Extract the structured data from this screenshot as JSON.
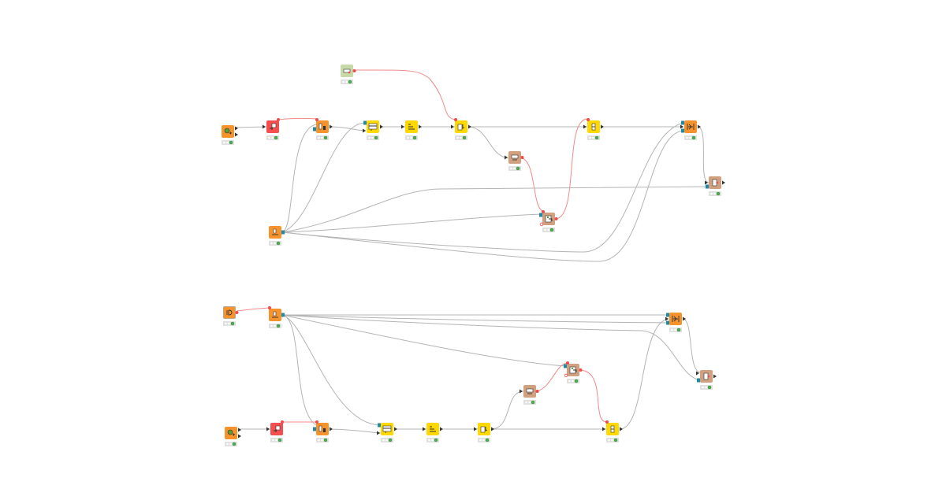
{
  "workflow": {
    "colors": {
      "source": "#f7932c",
      "manipulator": "#f7932c",
      "manipulator_red": "#f54e4e",
      "yellow": "#ffd800",
      "loop": "#d1a07f",
      "flowvar": "#c7d9a6",
      "data_conn": "#b4b4b4",
      "flow_conn": "#f08a8a",
      "port_data": "#1e8aa8",
      "port_flow": "#ef4b4b",
      "status_ok": "#4caf50"
    },
    "nodes": [
      {
        "id": "n1",
        "kind": "source",
        "icon": "table-creator-icon",
        "status": "executed"
      },
      {
        "id": "n2",
        "kind": "manipulator_red",
        "icon": "row-filter-icon",
        "status": "executed"
      },
      {
        "id": "n3",
        "kind": "manipulator",
        "icon": "column-filter-icon",
        "status": "executed"
      },
      {
        "id": "n4",
        "kind": "yellow",
        "icon": "joiner-icon",
        "status": "executed"
      },
      {
        "id": "n5",
        "kind": "yellow",
        "icon": "string-manipulation-icon",
        "status": "executed"
      },
      {
        "id": "n6",
        "kind": "yellow",
        "icon": "rule-engine-icon",
        "status": "executed"
      },
      {
        "id": "n7",
        "kind": "flowvar",
        "icon": "variable-creator-icon",
        "status": "executed"
      },
      {
        "id": "n8",
        "kind": "loop",
        "icon": "loop-start-icon",
        "status": "executed"
      },
      {
        "id": "n9",
        "kind": "loop",
        "icon": "chunk-loop-icon",
        "status": "executed"
      },
      {
        "id": "n10",
        "kind": "yellow",
        "icon": "cell-replacer-icon",
        "status": "executed"
      },
      {
        "id": "n11",
        "kind": "manipulator",
        "icon": "concatenate-icon",
        "status": "executed"
      },
      {
        "id": "n12",
        "kind": "loop",
        "icon": "loop-end-icon",
        "status": "executed"
      },
      {
        "id": "n13",
        "kind": "source",
        "icon": "file-reader-icon",
        "status": "executed"
      },
      {
        "id": "m1",
        "kind": "flowvar_gray",
        "icon": "id-variable-icon",
        "status": "executed"
      },
      {
        "id": "m2",
        "kind": "source",
        "icon": "file-reader-icon",
        "status": "executed"
      },
      {
        "id": "m3",
        "kind": "manipulator",
        "icon": "concatenate-icon",
        "status": "executed"
      },
      {
        "id": "m4",
        "kind": "loop",
        "icon": "loop-end-icon",
        "status": "executed"
      },
      {
        "id": "m5",
        "kind": "loop",
        "icon": "chunk-loop-icon",
        "status": "executed"
      },
      {
        "id": "m6",
        "kind": "loop",
        "icon": "loop-start-icon",
        "status": "executed"
      },
      {
        "id": "m7",
        "kind": "source",
        "icon": "table-creator-icon",
        "status": "executed"
      },
      {
        "id": "m8",
        "kind": "manipulator_red",
        "icon": "row-filter-icon",
        "status": "executed"
      },
      {
        "id": "m9",
        "kind": "manipulator",
        "icon": "column-filter-icon",
        "status": "executed"
      },
      {
        "id": "m10",
        "kind": "yellow",
        "icon": "joiner-icon",
        "status": "executed"
      },
      {
        "id": "m11",
        "kind": "yellow",
        "icon": "string-manipulation-icon",
        "status": "executed"
      },
      {
        "id": "m12",
        "kind": "yellow",
        "icon": "rule-engine-icon",
        "status": "executed"
      },
      {
        "id": "m13",
        "kind": "yellow",
        "icon": "cell-replacer-icon",
        "status": "executed"
      }
    ],
    "connections": [
      {
        "from": "n1",
        "to": "n2",
        "type": "data"
      },
      {
        "from": "n2",
        "to": "n3",
        "type": "flow"
      },
      {
        "from": "n3",
        "to": "n4",
        "type": "data"
      },
      {
        "from": "n4",
        "to": "n5",
        "type": "data"
      },
      {
        "from": "n5",
        "to": "n6",
        "type": "data"
      },
      {
        "from": "n7",
        "to": "n6",
        "type": "flow"
      },
      {
        "from": "n6",
        "to": "n8",
        "type": "data"
      },
      {
        "from": "n6",
        "to": "n10",
        "type": "data"
      },
      {
        "from": "n8",
        "to": "n9",
        "type": "flow"
      },
      {
        "from": "n9",
        "to": "n10",
        "type": "flow"
      },
      {
        "from": "n10",
        "to": "n11",
        "type": "data"
      },
      {
        "from": "n11",
        "to": "n12",
        "type": "data"
      },
      {
        "from": "n13",
        "to": "n3",
        "type": "data"
      },
      {
        "from": "n13",
        "to": "n4",
        "type": "data"
      },
      {
        "from": "n13",
        "to": "n9",
        "type": "data"
      },
      {
        "from": "n13",
        "to": "n12",
        "type": "data"
      },
      {
        "from": "n13",
        "to": "n11",
        "type": "data"
      },
      {
        "from": "m1",
        "to": "m2",
        "type": "flow"
      },
      {
        "from": "m2",
        "to": "m3",
        "type": "data"
      },
      {
        "from": "m2",
        "to": "m4",
        "type": "data"
      },
      {
        "from": "m2",
        "to": "m5",
        "type": "data"
      },
      {
        "from": "m2",
        "to": "m9",
        "type": "data"
      },
      {
        "from": "m2",
        "to": "m10",
        "type": "data"
      },
      {
        "from": "m7",
        "to": "m8",
        "type": "data"
      },
      {
        "from": "m8",
        "to": "m9",
        "type": "flow"
      },
      {
        "from": "m9",
        "to": "m10",
        "type": "data"
      },
      {
        "from": "m10",
        "to": "m11",
        "type": "data"
      },
      {
        "from": "m11",
        "to": "m12",
        "type": "data"
      },
      {
        "from": "m12",
        "to": "m6",
        "type": "data"
      },
      {
        "from": "m12",
        "to": "m13",
        "type": "data"
      },
      {
        "from": "m6",
        "to": "m5",
        "type": "flow"
      },
      {
        "from": "m5",
        "to": "m13",
        "type": "flow"
      },
      {
        "from": "m13",
        "to": "m3",
        "type": "data"
      },
      {
        "from": "m3",
        "to": "m4",
        "type": "data"
      }
    ]
  }
}
